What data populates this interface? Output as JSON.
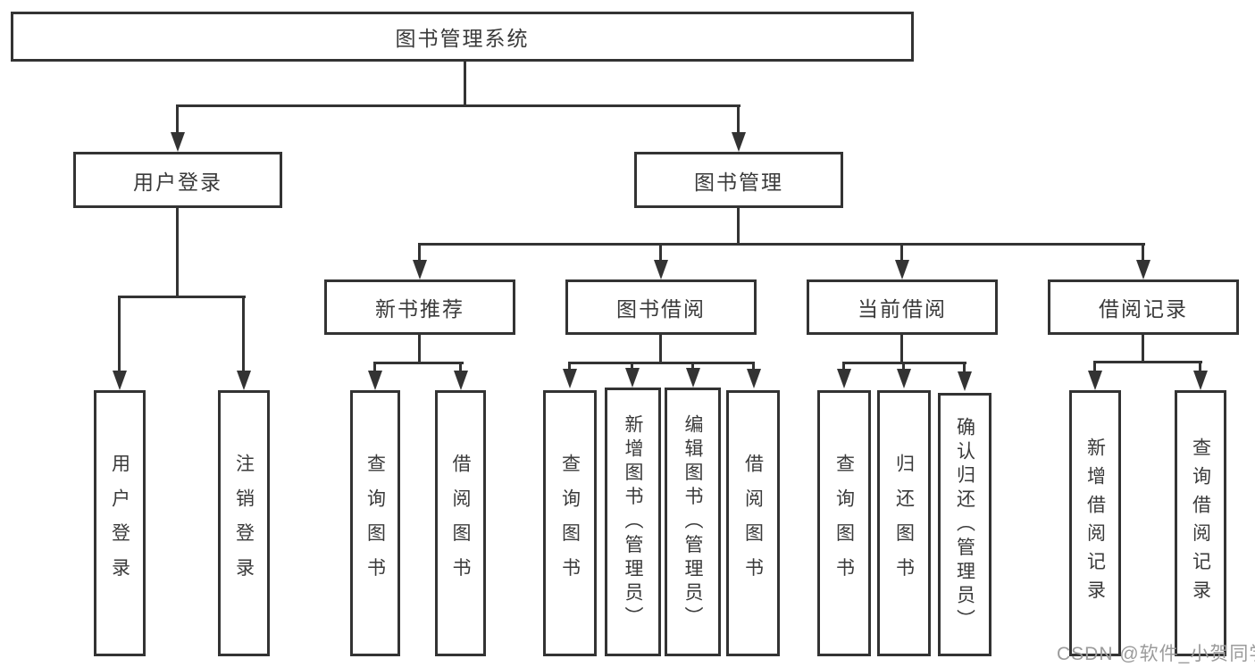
{
  "tree": {
    "root": {
      "label": "图书管理系统",
      "children": [
        {
          "label": "用户登录",
          "children": [
            {
              "label": "用户登录"
            },
            {
              "label": "注销登录"
            }
          ]
        },
        {
          "label": "图书管理",
          "children": [
            {
              "label": "新书推荐",
              "children": [
                {
                  "label": "查询图书"
                },
                {
                  "label": "借阅图书"
                }
              ]
            },
            {
              "label": "图书借阅",
              "children": [
                {
                  "label": "查询图书"
                },
                {
                  "label": "新增图书（管理员）"
                },
                {
                  "label": "编辑图书（管理员）"
                },
                {
                  "label": "借阅图书"
                }
              ]
            },
            {
              "label": "当前借阅",
              "children": [
                {
                  "label": "查询图书"
                },
                {
                  "label": "归还图书"
                },
                {
                  "label": "确认归还（管理员）"
                }
              ]
            },
            {
              "label": "借阅记录",
              "children": [
                {
                  "label": "新增借阅记录"
                },
                {
                  "label": "查询借阅记录"
                }
              ]
            }
          ]
        }
      ]
    }
  },
  "watermark": {
    "text": "CSDN @软件_小贺同学"
  },
  "colors": {
    "line": "#333333",
    "box_border": "#333333",
    "box_background": "#ffffff",
    "text": "#3a3a3a",
    "watermark": "#9b9b9b",
    "page_background": "#ffffff"
  }
}
